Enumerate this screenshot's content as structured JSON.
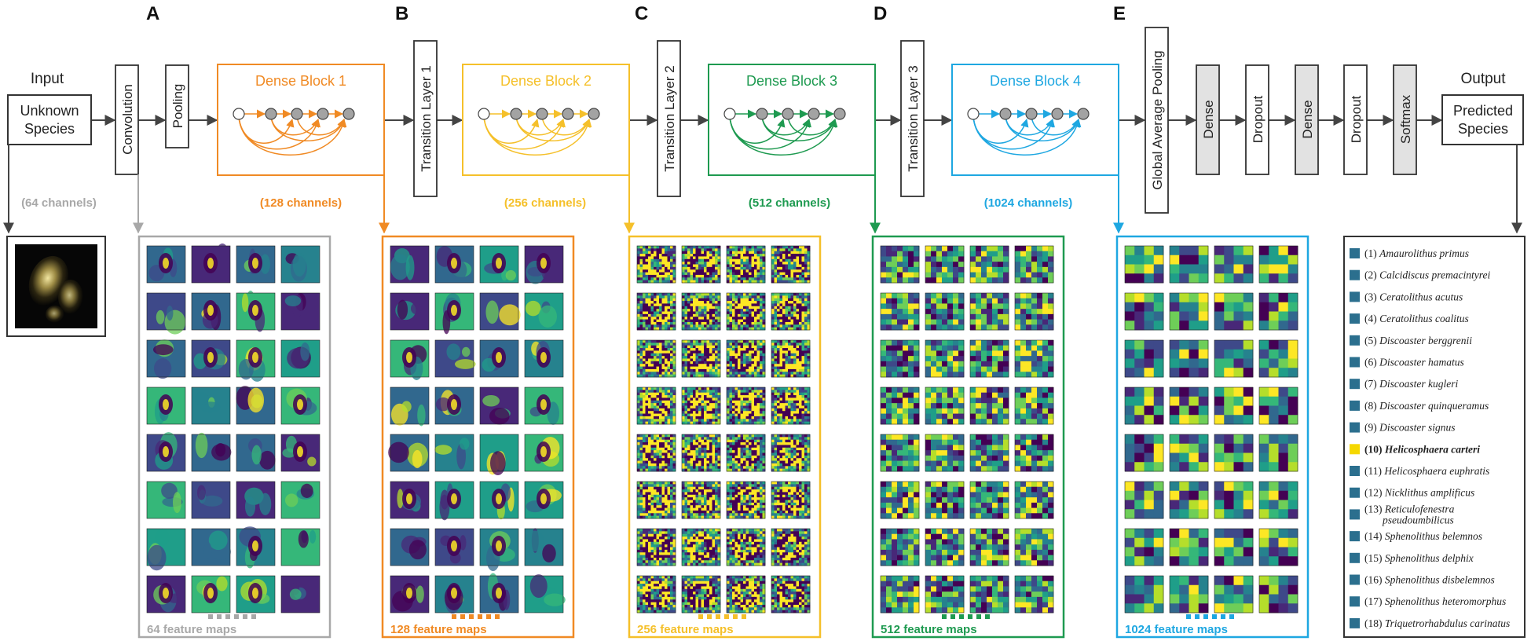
{
  "section_letters": [
    "A",
    "B",
    "C",
    "D",
    "E"
  ],
  "input": {
    "title": "Input",
    "box_label": [
      "Unknown",
      "Species"
    ]
  },
  "output": {
    "title": "Output",
    "box_label": [
      "Predicted",
      "Species"
    ]
  },
  "layers": {
    "convolution": "Convolution",
    "pooling": "Pooling",
    "transition_1": "Transition Layer 1",
    "transition_2": "Transition Layer 2",
    "transition_3": "Transition Layer 3",
    "global_pool": "Global Average Pooling",
    "dense_a": "Dense",
    "dropout_a": "Dropout",
    "dense_b": "Dense",
    "dropout_b": "Dropout",
    "softmax": "Softmax"
  },
  "dense_blocks": [
    {
      "title": "Dense Block 1",
      "channels": "(128 channels)",
      "maps": "128 feature maps",
      "color": "#f08a24"
    },
    {
      "title": "Dense Block 2",
      "channels": "(256 channels)",
      "maps": "256 feature maps",
      "color": "#f5c02a"
    },
    {
      "title": "Dense Block 3",
      "channels": "(512 channels)",
      "maps": "512 feature maps",
      "color": "#1e9a50"
    },
    {
      "title": "Dense Block 4",
      "channels": "(1024 channels)",
      "maps": "1024 feature maps",
      "color": "#1ea7e1"
    }
  ],
  "conv_stage": {
    "channels": "(64 channels)",
    "maps": "64 feature maps",
    "color": "#a8a8a8"
  },
  "species": [
    {
      "num": "(1)",
      "name": "Amaurolithus primus",
      "highlight": false
    },
    {
      "num": "(2)",
      "name": "Calcidiscus premacintyrei",
      "highlight": false
    },
    {
      "num": "(3)",
      "name": "Ceratolithus acutus",
      "highlight": false
    },
    {
      "num": "(4)",
      "name": "Ceratolithus coalitus",
      "highlight": false
    },
    {
      "num": "(5)",
      "name": "Discoaster berggrenii",
      "highlight": false
    },
    {
      "num": "(6)",
      "name": "Discoaster hamatus",
      "highlight": false
    },
    {
      "num": "(7)",
      "name": "Discoaster kugleri",
      "highlight": false
    },
    {
      "num": "(8)",
      "name": "Discoaster quinqueramus",
      "highlight": false
    },
    {
      "num": "(9)",
      "name": "Discoaster signus",
      "highlight": false
    },
    {
      "num": "(10)",
      "name": "Helicosphaera carteri",
      "highlight": true
    },
    {
      "num": "(11)",
      "name": "Helicosphaera euphratis",
      "highlight": false
    },
    {
      "num": "(12)",
      "name": "Nicklithus amplificus",
      "highlight": false
    },
    {
      "num": "(13)",
      "name": "Reticulofenestra pseudoumbilicus",
      "highlight": false
    },
    {
      "num": "(14)",
      "name": "Sphenolithus belemnos",
      "highlight": false
    },
    {
      "num": "(15)",
      "name": "Sphenolithus delphix",
      "highlight": false
    },
    {
      "num": "(16)",
      "name": "Sphenolithus disbelemnos",
      "highlight": false
    },
    {
      "num": "(17)",
      "name": "Sphenolithus heteromorphus",
      "highlight": false
    },
    {
      "num": "(18)",
      "name": "Triquetrorhabdulus carinatus",
      "highlight": false
    }
  ],
  "colors": {
    "species_marker": "#2b6f8e",
    "species_highlight": "#f5d800",
    "connector": "#444444",
    "layer_fill_gray": "#e2e2e2",
    "viridis_dark": "#440154",
    "viridis_mid": "#21918c",
    "viridis_bright": "#fde725"
  }
}
